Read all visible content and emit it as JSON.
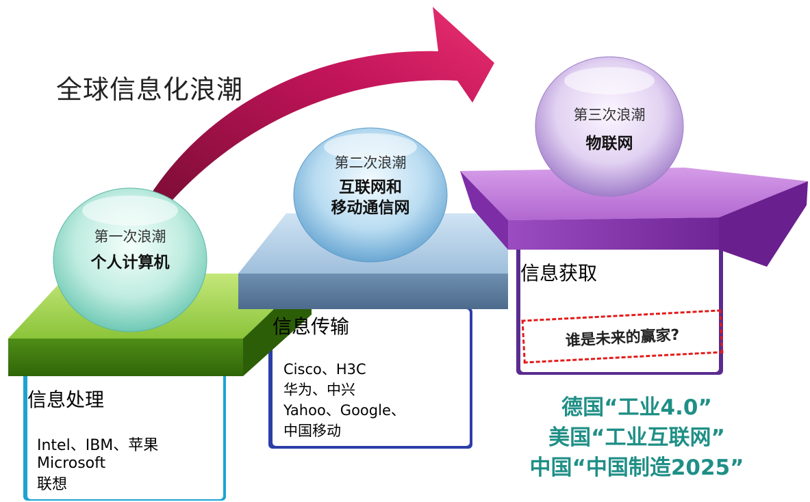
{
  "headline": "全球信息化浪潮",
  "waves": [
    {
      "label": "第一次浪潮",
      "name_lines": [
        "个人计算机"
      ],
      "card_title": "信息处理",
      "card_lines": [
        "Intel、IBM、苹果",
        "Microsoft",
        "联想"
      ]
    },
    {
      "label": "第二次浪潮",
      "name_lines": [
        "互联网和",
        "移动通信网"
      ],
      "card_title": "信息传输",
      "card_lines": [
        "Cisco、H3C",
        "华为、中兴",
        "Yahoo、Google、",
        "中国移动"
      ]
    },
    {
      "label": "第三次浪潮",
      "name_lines": [
        "物联网"
      ],
      "card_title": "信息获取",
      "question": "谁是未来的赢家?"
    }
  ],
  "policies": [
    "德国“工业4.0”",
    "美国“工业互联网”",
    "中国“中国制造2025”"
  ],
  "colors": {
    "step1": "#5aa017",
    "step2": "#6f8fb0",
    "step3": "#8a3aa8",
    "arrow": "#c2145a",
    "policy": "#1f8f86",
    "dashed": "#e21b1b"
  }
}
